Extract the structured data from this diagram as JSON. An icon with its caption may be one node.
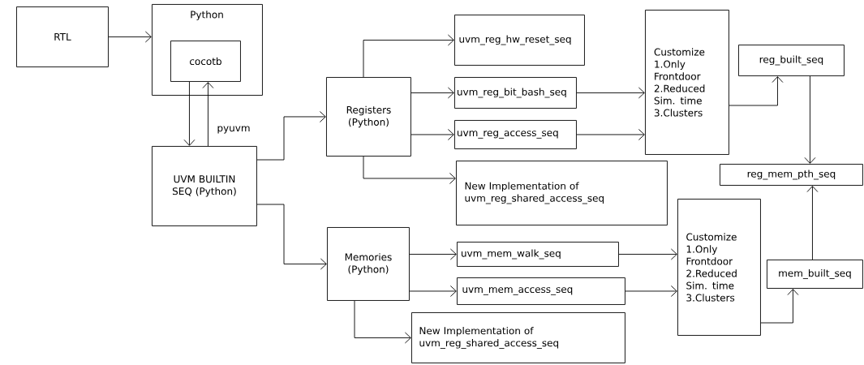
{
  "diagram": {
    "nodes": [
      {
        "text": [
          "RTL"
        ]
      },
      {
        "text": [
          "Python"
        ]
      },
      {
        "text": [
          "cocotb"
        ],
        "in": 1
      },
      {
        "text": [
          "UVM BUILTIN SEQ (Python)"
        ]
      },
      {
        "text": [
          "Registers (Python)"
        ]
      },
      {
        "text": [
          "uvm_reg_hw_reset_seq"
        ]
      },
      {
        "text": [
          "uvm_reg_bit_bash_seq"
        ]
      },
      {
        "text": [
          "uvm_reg_access_seq"
        ]
      },
      {
        "text": [
          "New Implementation of uvm_reg_shared_access_seq"
        ]
      },
      {
        "text": [
          "Customize 1.Only Frontdoor 2.Reduced Sim. time 3.Clusters"
        ]
      },
      {
        "text": [
          "reg_built_seq"
        ]
      },
      {
        "text": [
          "reg_mem_pth_seq"
        ]
      },
      {
        "text": [
          "Memories (Python)"
        ]
      },
      {
        "text": [
          "uvm_mem_walk_seq"
        ]
      },
      {
        "text": [
          "uvm_mem_access_seq"
        ]
      },
      {
        "text": [
          "New Implementation of uvm_reg_shared_access_seq"
        ]
      },
      {
        "text": [
          "Customize 1.Only Frontdoor 2.Reduced Sim. time 3.Clusters"
        ]
      },
      {
        "text": [
          "mem_built_seq"
        ]
      }
    ],
    "edges": [
      {
        "from": 0,
        "to": 1,
        "arrow": "to"
      },
      {
        "from": 2,
        "to": 3,
        "arrow": "to"
      },
      {
        "from": 3,
        "to": 2,
        "arrow": "to",
        "label": "pyuvm"
      },
      {
        "from": 3,
        "to": 4,
        "arrow": "to"
      },
      {
        "from": 3,
        "to": 12,
        "arrow": "to"
      },
      {
        "from": 4,
        "to": 5,
        "arrow": "to"
      },
      {
        "from": 4,
        "to": 6,
        "arrow": "to"
      },
      {
        "from": 4,
        "to": 7,
        "arrow": "to"
      },
      {
        "from": 4,
        "to": 8,
        "arrow": "to"
      },
      {
        "from": 6,
        "to": 9,
        "arrow": "to"
      },
      {
        "from": 7,
        "to": 9,
        "arrow": "to"
      },
      {
        "from": 9,
        "to": 10,
        "arrow": "to"
      },
      {
        "from": 10,
        "to": 11,
        "arrow": "to"
      },
      {
        "from": 12,
        "to": 13,
        "arrow": "to"
      },
      {
        "from": 12,
        "to": 14,
        "arrow": "to"
      },
      {
        "from": 12,
        "to": 15,
        "arrow": "to"
      },
      {
        "from": 13,
        "to": 16,
        "arrow": "to"
      },
      {
        "from": 14,
        "to": 16,
        "arrow": "to"
      },
      {
        "from": 16,
        "to": 17,
        "arrow": "to"
      },
      {
        "from": 17,
        "to": 11,
        "arrow": "to"
      }
    ]
  }
}
